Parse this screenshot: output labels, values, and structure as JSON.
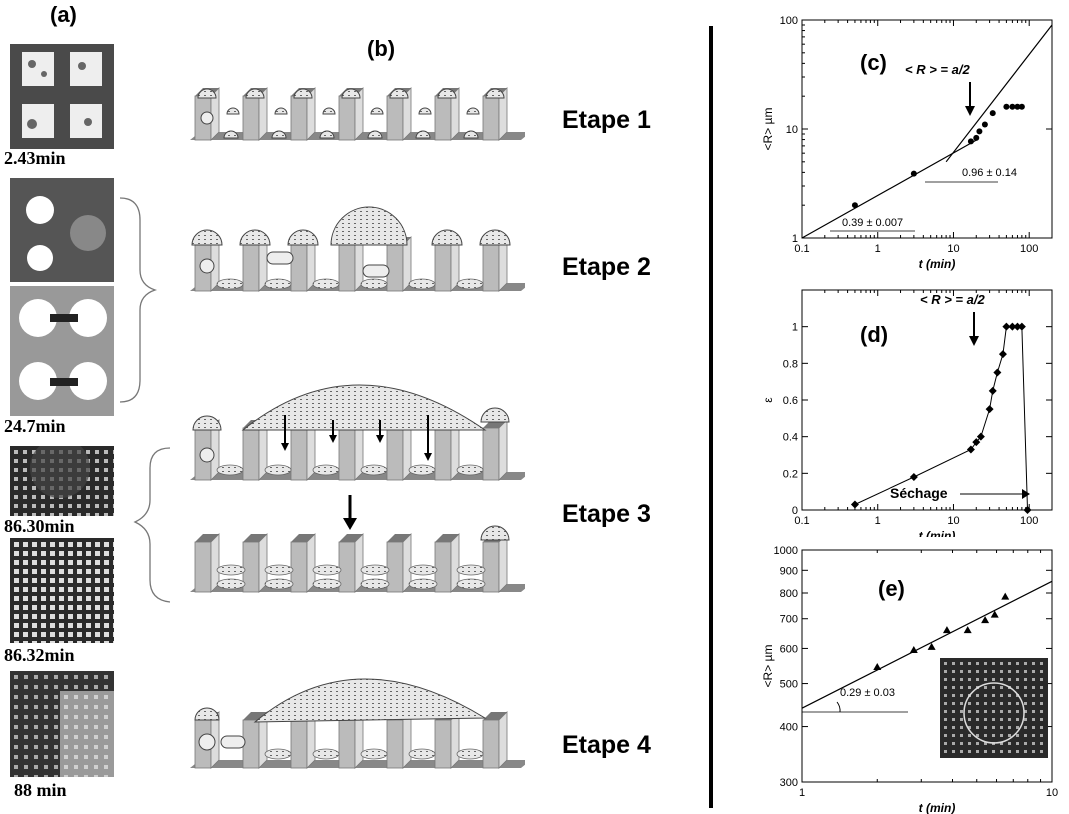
{
  "panel_labels": {
    "a": "(a)",
    "b": "(b)",
    "c": "(c)",
    "d": "(d)",
    "e": "(e)"
  },
  "micrographs": [
    {
      "time": "2.43min"
    },
    {
      "time": "24.7min"
    },
    {
      "time": "86.30min"
    },
    {
      "time": "86.32min"
    },
    {
      "time": "88 min"
    }
  ],
  "stages": [
    "Etape 1",
    "Etape 2",
    "Etape 3",
    "Etape 4"
  ],
  "chart_data": [
    {
      "id": "c",
      "type": "scatter",
      "xscale": "log",
      "yscale": "log",
      "xlim": [
        0.1,
        200
      ],
      "ylim": [
        1,
        100
      ],
      "xlabel": "t (min)",
      "ylabel": "<R> µm",
      "xticks": [
        "0.1",
        "1",
        "10",
        "100"
      ],
      "yticks": [
        "1",
        "10",
        "100"
      ],
      "points": [
        [
          0.5,
          2.0
        ],
        [
          3.0,
          3.9
        ],
        [
          17,
          7.7
        ],
        [
          20,
          8.3
        ],
        [
          22,
          9.5
        ],
        [
          26,
          11
        ],
        [
          33,
          14
        ],
        [
          50,
          16
        ],
        [
          60,
          16
        ],
        [
          70,
          16
        ],
        [
          80,
          16
        ]
      ],
      "fits": [
        {
          "x": [
            0.1,
            20
          ],
          "y": [
            1.0,
            7.9
          ],
          "label": "0.39 ± 0.007"
        },
        {
          "x": [
            8,
            200
          ],
          "y": [
            5.0,
            90
          ],
          "label": "0.96 ± 0.14"
        }
      ],
      "annotation": "< R > = a/2"
    },
    {
      "id": "d",
      "type": "scatter",
      "xscale": "log",
      "xlim": [
        0.1,
        200
      ],
      "ylim": [
        0,
        1.2
      ],
      "xlabel": "t (min)",
      "ylabel": "ε",
      "xticks": [
        "0.1",
        "1",
        "10",
        "100"
      ],
      "yticks": [
        "0",
        "0.2",
        "0.4",
        "0.6",
        "0.8",
        "1"
      ],
      "points": [
        [
          0.5,
          0.03
        ],
        [
          3,
          0.18
        ],
        [
          17,
          0.33
        ],
        [
          20,
          0.37
        ],
        [
          23,
          0.4
        ],
        [
          30,
          0.55
        ],
        [
          33,
          0.65
        ],
        [
          38,
          0.75
        ],
        [
          45,
          0.85
        ],
        [
          50,
          1.0
        ],
        [
          60,
          1.0
        ],
        [
          70,
          1.0
        ],
        [
          80,
          1.0
        ],
        [
          95,
          0.0
        ]
      ],
      "annotation": "< R > = a/2",
      "arrow_label": "Séchage"
    },
    {
      "id": "e",
      "type": "scatter",
      "xscale": "log",
      "yscale": "log",
      "xlim": [
        1,
        10
      ],
      "ylim": [
        300,
        1000
      ],
      "xlabel": "t (min)",
      "ylabel": "<R> µm",
      "xticks": [
        "1",
        "10"
      ],
      "yticks": [
        "300",
        "400",
        "500",
        "600",
        "700",
        "800",
        "900",
        "1000"
      ],
      "points": [
        [
          2.0,
          545
        ],
        [
          2.8,
          595
        ],
        [
          3.3,
          605
        ],
        [
          3.8,
          660
        ],
        [
          4.6,
          660
        ],
        [
          5.4,
          695
        ],
        [
          5.9,
          715
        ],
        [
          6.5,
          785
        ]
      ],
      "fits": [
        {
          "x": [
            1,
            10
          ],
          "y": [
            440,
            850
          ],
          "label": "0.29 ± 0.03"
        }
      ]
    }
  ]
}
